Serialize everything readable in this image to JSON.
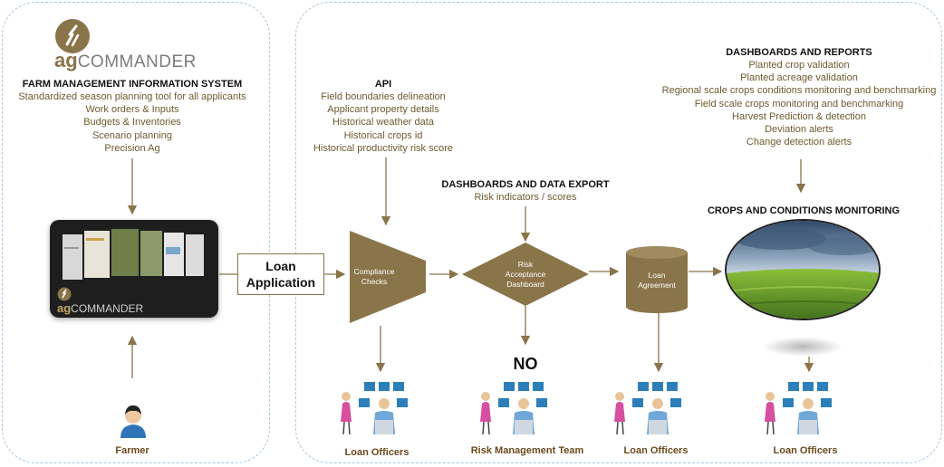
{
  "brand": {
    "prefix": "ag",
    "name": "COMMANDER"
  },
  "fmis": {
    "title": "FARM MANAGEMENT INFORMATION SYSTEM",
    "items": [
      "Standardized season planning tool for all applicants",
      "Work orders & Inputs",
      "Budgets & Inventories",
      "Scenario planning",
      "Precision Ag"
    ]
  },
  "farmer": {
    "label": "Farmer"
  },
  "loan_application": {
    "line1": "Loan",
    "line2": "Application"
  },
  "api": {
    "title": "API",
    "items": [
      "Field boundaries delineation",
      "Applicant property details",
      "Historical weather data",
      "Historical crops id",
      "Historical productivity risk score"
    ]
  },
  "export": {
    "title": "DASHBOARDS AND DATA EXPORT",
    "items": [
      "Risk indicators / scores"
    ]
  },
  "reports": {
    "title": "DASHBOARDS AND REPORTS",
    "items": [
      "Planted crop validation",
      "Planted acreage validation",
      "Regional scale crops conditions monitoring and benchmarking",
      "Field scale crops monitoring and benchmarking",
      "Harvest Prediction & detection",
      "Deviation alerts",
      "Change detection alerts"
    ]
  },
  "monitoring": {
    "title": "CROPS AND CONDITIONS MONITORING"
  },
  "flow": {
    "compliance": {
      "line1": "Compliance",
      "line2": "Checks"
    },
    "risk": {
      "line1": "Risk",
      "line2": "Acceptance",
      "line3": "Dashboard"
    },
    "agreement": {
      "line1": "Loan",
      "line2": "Agreement"
    },
    "no_label": "NO"
  },
  "teams": {
    "t1": "Loan Officers",
    "t2": "Risk Management Team",
    "t3": "Loan Officers",
    "t4": "Loan Officers"
  },
  "colors": {
    "brown": "#8a7449",
    "accent": "#6b4a1e",
    "panel_border": "#aac8e0",
    "monitor": "#2c7fb8"
  }
}
